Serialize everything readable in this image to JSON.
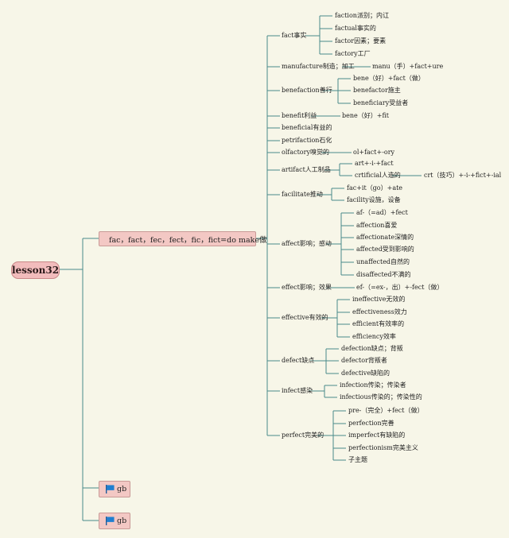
{
  "root": {
    "label": "lesson32"
  },
  "main_topic": {
    "label": "fac，fact，fec，fect，fic，fict=do make做",
    "icon": "star-icon"
  },
  "gb_topics": [
    {
      "label": "gb",
      "icon": "flag-icon"
    },
    {
      "label": "gb",
      "icon": "flag-icon"
    }
  ],
  "branches": {
    "fact": {
      "label": "fact事实",
      "children": [
        "faction派别；内讧",
        "factual事实的",
        "factor因素；要素",
        "factory工厂"
      ]
    },
    "manufacture": {
      "label": "manufacture制造；加工",
      "note": "manu（手）+fact+ure"
    },
    "benefaction": {
      "label": "benefaction善行",
      "children": [
        "bene（好）+fact（做）",
        "benefactor施主",
        "beneficiary受益者"
      ]
    },
    "benefit": {
      "label": "benefit利益",
      "note": "bene（好）+fit"
    },
    "beneficial": {
      "label": "beneficial有益的"
    },
    "petrifaction": {
      "label": "petrifaction石化"
    },
    "olfactory": {
      "label": "olfactory嗅觉的",
      "note": "ol+fact+-ory"
    },
    "artifact": {
      "label": "artifact人工制品",
      "children": [
        "art+-i-+fact",
        "crtificial人造的"
      ],
      "sub_note": "crt（技巧）+-i-+fict+-ial"
    },
    "facilitate": {
      "label": "facilitate推动",
      "children": [
        "fac+it（go）+ate",
        "facility设施，设备"
      ]
    },
    "affect": {
      "label": "affect影响；感动",
      "children": [
        "af-（=ad）+fect",
        "affection喜爱",
        "affectionate深情的",
        "affected受到影响的",
        "unaffected自然的",
        "disaffected不满的"
      ]
    },
    "effect": {
      "label": "effect影响；效果",
      "note": "ef-（=ex-，出）+-fect（做）"
    },
    "effective": {
      "label": "effective有效的",
      "children": [
        "ineffective无效的",
        "effectiveness效力",
        "efficient有效率的",
        "efficiency效率"
      ]
    },
    "defect": {
      "label": "defect缺点",
      "children": [
        "defection缺点；背叛",
        "defector背叛者",
        "defective缺陷的"
      ]
    },
    "infect": {
      "label": "infect感染",
      "children": [
        "infection传染；传染者",
        "infectious传染的；传染性的"
      ]
    },
    "perfect": {
      "label": "perfect完美的",
      "children": [
        "pre-（完全）+fect（做）",
        "perfection完善",
        "imperfect有缺陷的",
        "perfectionism完美主义",
        "子主题"
      ]
    }
  },
  "colors": {
    "root_fill": "#f2bcbc",
    "topic_fill": "#f3c8c4",
    "line": "#4a8a8a",
    "background": "#f7f6e8",
    "star": "#e8643c",
    "flag": "#1f7fd1"
  }
}
